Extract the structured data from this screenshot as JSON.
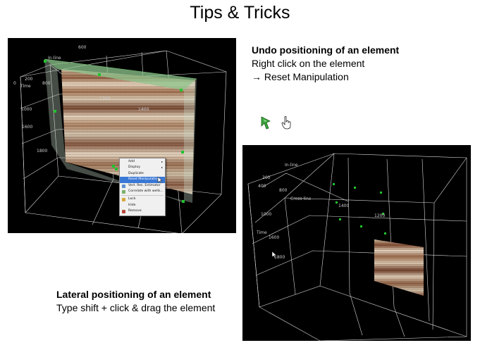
{
  "slide_title": "Tips & Tricks",
  "note_undo": {
    "heading": "Undo positioning of an element",
    "line1": "Right click on the element",
    "line2": "→ Reset Manipulation"
  },
  "note_lateral": {
    "heading": "Lateral positioning of an element",
    "line1": "Type shift + click & drag the element"
  },
  "viewport1": {
    "axis_labels": {
      "inline": "In-line",
      "time": "Time",
      "t200": "200",
      "t0": "0",
      "t600": "600",
      "t800": "800",
      "t1000": "1000",
      "t1200": "1200",
      "t1400": "1400",
      "t1600": "1600",
      "t1800": "1800"
    }
  },
  "context_menu": {
    "items": [
      {
        "label": "Add",
        "submenu": true
      },
      {
        "label": "Display",
        "submenu": true
      },
      {
        "label": "Duplicate"
      },
      {
        "label": "Reset Manipulation",
        "highlighted": true
      },
      {
        "label": "Vert. Res. Estimator"
      },
      {
        "label": "Correlate with wells..."
      },
      {
        "label": "Lock"
      },
      {
        "label": "Hide"
      },
      {
        "label": "Remove"
      }
    ]
  },
  "viewport2": {
    "axis_labels": {
      "inline": "In-line",
      "crossline": "Cross-line",
      "time": "Time",
      "t200": "200",
      "t400": "400",
      "t800": "800",
      "t1000": "1000",
      "t1200": "1200",
      "t1400": "1400",
      "t1600": "1600",
      "t1800": "1800"
    }
  },
  "colors": {
    "handle_green": "#22c22e",
    "highlight_blue": "#3a78d6",
    "overlay_green": "#8fc78f"
  },
  "icons": [
    "move-arrow-icon",
    "hand-pointer-icon"
  ]
}
